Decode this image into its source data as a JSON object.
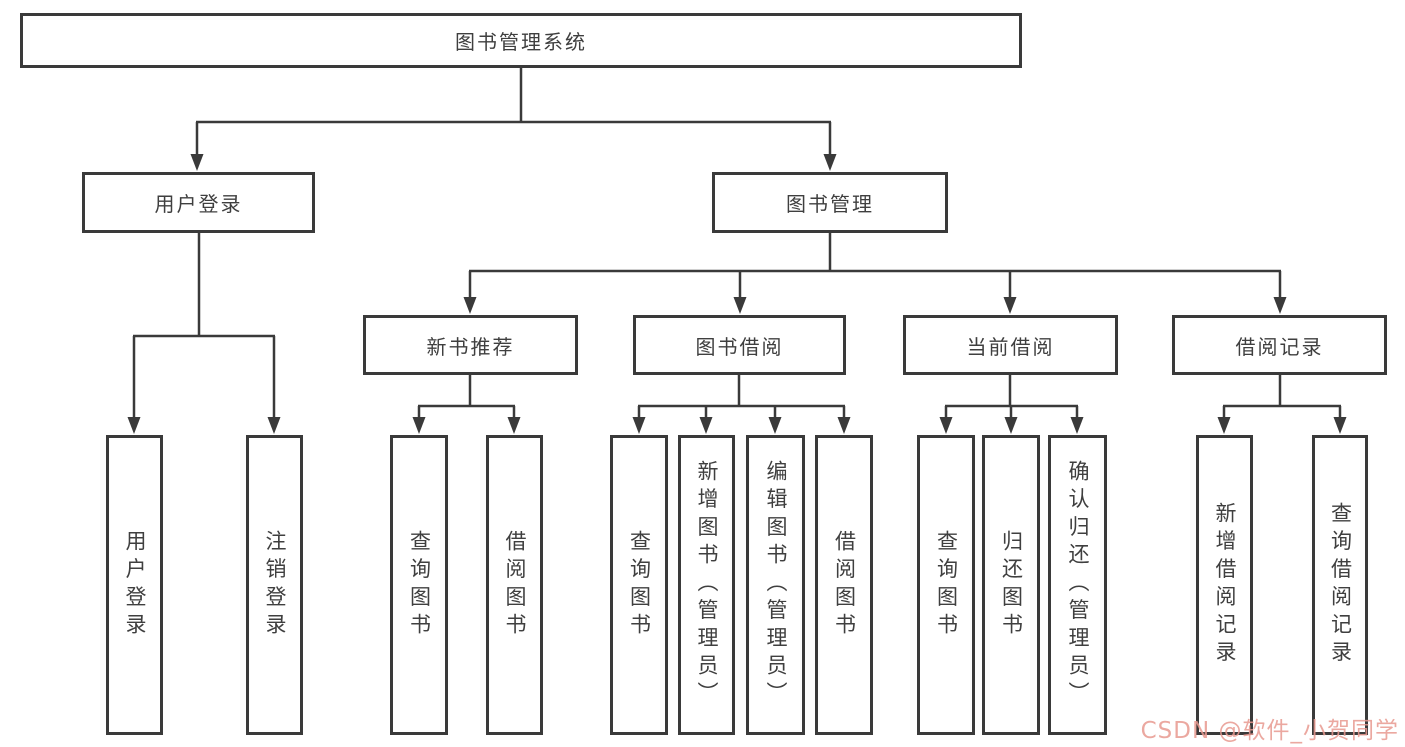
{
  "tree": {
    "label": "图书管理系统",
    "children": [
      {
        "label": "用户登录",
        "children": [
          {
            "label": "用户登录"
          },
          {
            "label": "注销登录"
          }
        ]
      },
      {
        "label": "图书管理",
        "children": [
          {
            "label": "新书推荐",
            "children": [
              {
                "label": "查询图书"
              },
              {
                "label": "借阅图书"
              }
            ]
          },
          {
            "label": "图书借阅",
            "children": [
              {
                "label": "查询图书"
              },
              {
                "label": "新增图书（管理员）"
              },
              {
                "label": "编辑图书（管理员）"
              },
              {
                "label": "借阅图书"
              }
            ]
          },
          {
            "label": "当前借阅",
            "children": [
              {
                "label": "查询图书"
              },
              {
                "label": "归还图书"
              },
              {
                "label": "确认归还（管理员）"
              }
            ]
          },
          {
            "label": "借阅记录",
            "children": [
              {
                "label": "新增借阅记录"
              },
              {
                "label": "查询借阅记录"
              }
            ]
          }
        ]
      }
    ]
  },
  "watermark": {
    "text": "CSDN @软件_小贺同学",
    "color": "#e89a90"
  },
  "colors": {
    "line": "#3a3a3a",
    "box_border": "#3a3a3a",
    "text": "#3f3f3f",
    "background": "#ffffff"
  }
}
